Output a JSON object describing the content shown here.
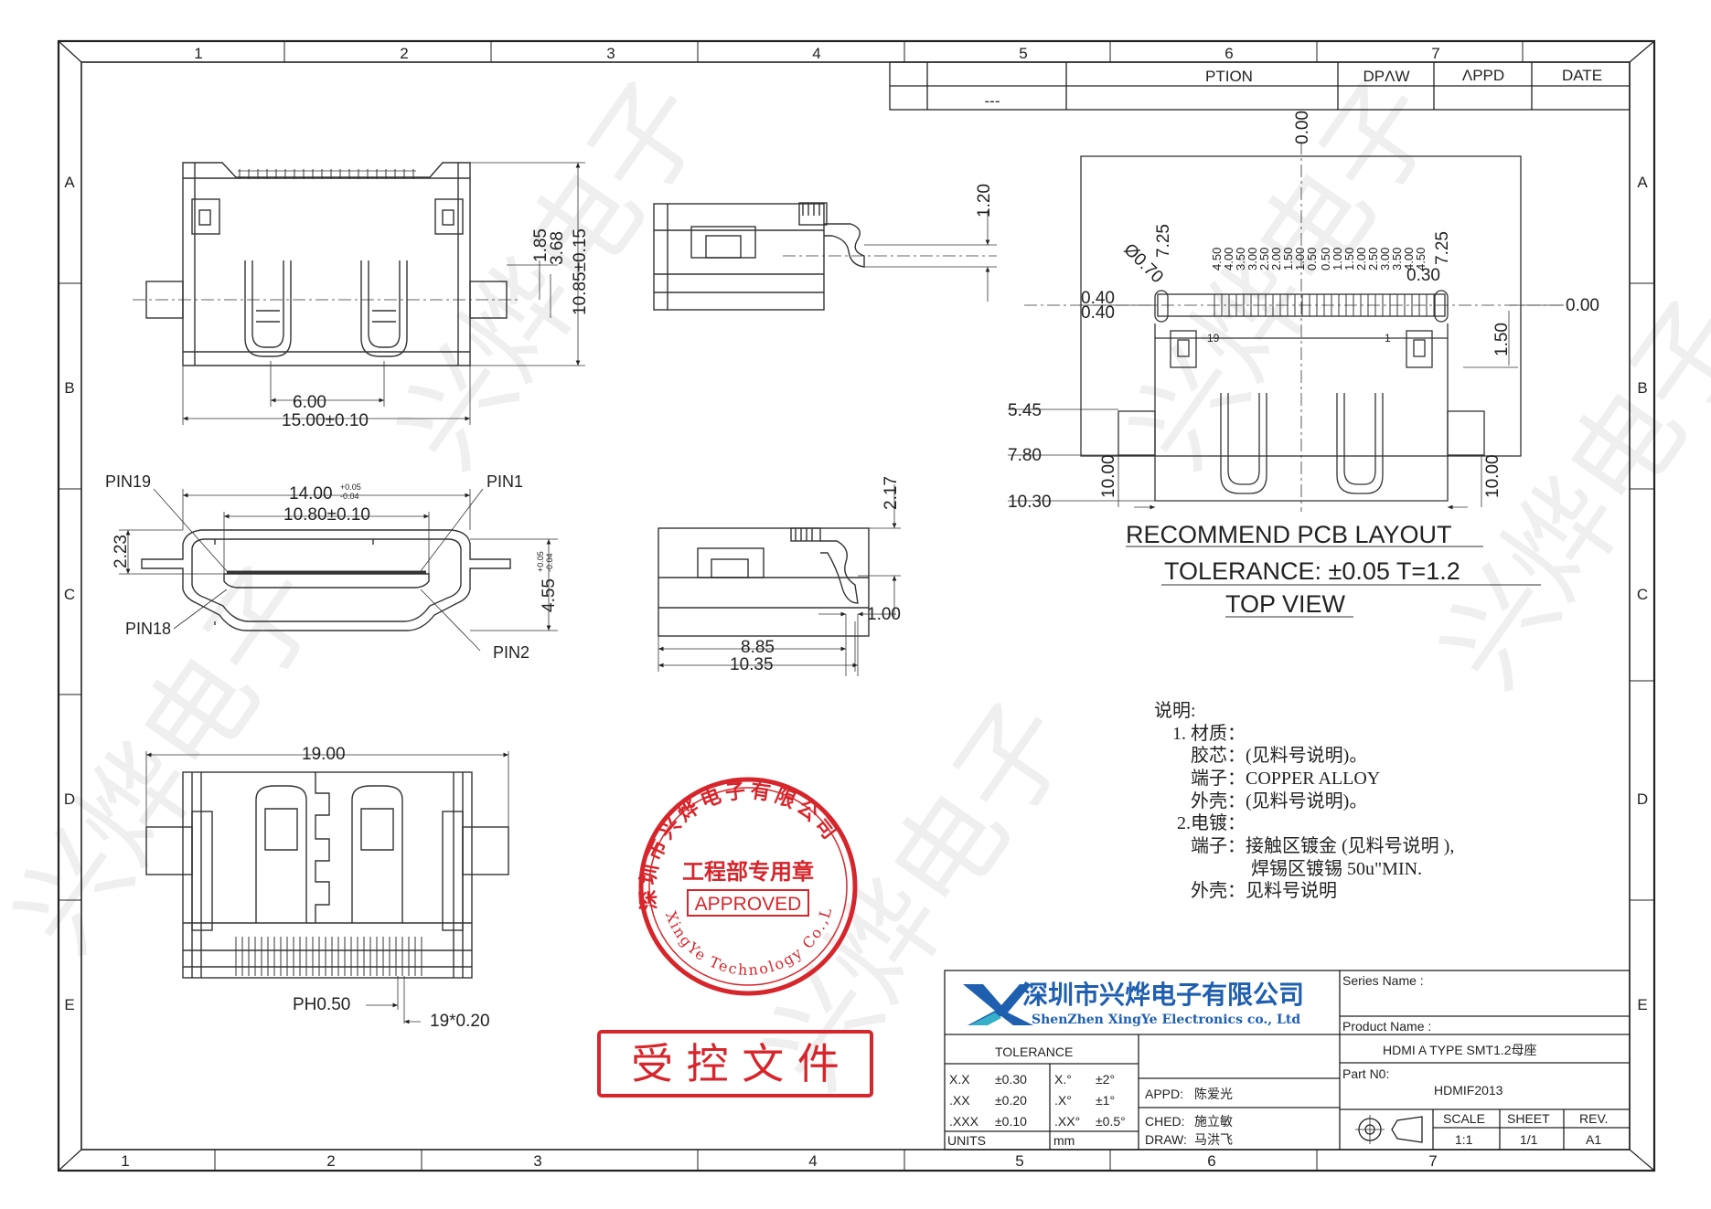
{
  "frame": {
    "col_top": [
      "1",
      "2",
      "3",
      "4",
      "5",
      "6",
      "7"
    ],
    "col_bottom": [
      "1",
      "2",
      "3",
      "4",
      "5",
      "6",
      "7"
    ],
    "row_left": [
      "A",
      "B",
      "C",
      "D",
      "E"
    ],
    "row_right": [
      "A",
      "B",
      "C",
      "D",
      "E"
    ]
  },
  "revision": {
    "headers": [
      "PTION",
      "DPΛW",
      "ΛPPD",
      "DATE"
    ],
    "row": "---"
  },
  "view1": {
    "dims": [
      "6.00",
      "15.00±0.10",
      "1.85",
      "3.68",
      "10.85±0.15"
    ]
  },
  "view2": {
    "dim": "1.20"
  },
  "view3": {
    "pins": [
      "PIN19",
      "PIN1",
      "PIN18",
      "PIN2"
    ],
    "dim_14_base": "14.00",
    "dim_14_tol_top": "+0.05",
    "dim_14_tol_bot": "-0.04",
    "dim_108": "10.80±0.10",
    "dim_223": "2.23",
    "dim_455_base": "4.55",
    "dim_455_tol_top": "+0.05",
    "dim_455_tol_bot": "-0.04"
  },
  "view4": {
    "dims": [
      "2.17",
      "1.00",
      "8.85",
      "10.35"
    ]
  },
  "view5": {
    "dims": [
      "19.00",
      "PH0.50",
      "19*0.20"
    ]
  },
  "pcb": {
    "zero_top": "0.00",
    "zero_right": "0.00",
    "left_dims": [
      "Ø0.70",
      "7.25",
      "0.40",
      "0.40",
      "5.45",
      "7.80",
      "10.30",
      "10.00"
    ],
    "right_dims": [
      "7.25",
      "0.30",
      "1.50",
      "10.00"
    ],
    "col_left": [
      "4.50",
      "4.00",
      "3.50",
      "3.00",
      "2.50",
      "2.00",
      "1.50",
      "1.00",
      "0.50"
    ],
    "col_right": [
      "0.50",
      "1.00",
      "1.50",
      "2.00",
      "2.50",
      "3.00",
      "3.50",
      "4.00",
      "4.50"
    ],
    "pin_left": "19",
    "pin_right": "1",
    "title": "RECOMMEND PCB LAYOUT",
    "tolerance": "TOLERANCE: ±0.05 T=1.2",
    "view": "TOP VIEW"
  },
  "notes": {
    "heading": "说明:",
    "l1": "1. 材质：",
    "l2": "胶芯：(见料号说明)。",
    "l3": "端子：COPPER ALLOY",
    "l4": "外壳：(见料号说明)。",
    "l5": "2.电镀：",
    "l6": "端子：接触区镀金 (见料号说明 ),",
    "l7": "焊锡区镀锡 50u\"MIN.",
    "l8": "外壳：见料号说明"
  },
  "stamp": {
    "ring_text": "深圳市兴烨电子有限公司",
    "ring_en": "XingYe Technology Co.,LTD",
    "dept": "工程部专用章",
    "approved": "APPROVED"
  },
  "controlled": "受 控 文 件",
  "watermark": "兴烨电子",
  "titleblock": {
    "company_cn": "深圳市兴烨电子有限公司",
    "company_en": "ShenZhen XingYe Electronics co., Ltd",
    "series_label": "Series Name :",
    "product_label": "Product Name :",
    "product_name": "HDMI A TYPE SMT1.2母座",
    "part_label": "Part N0:",
    "part_no": "HDMIF2013",
    "tolerance": "TOLERANCE",
    "tol_rows": [
      [
        "X.X",
        "±0.30",
        "X.°",
        "±2°"
      ],
      [
        ".XX",
        "±0.20",
        ".X°",
        "±1°"
      ],
      [
        ".XXX",
        "±0.10",
        ".XX°",
        "±0.5°"
      ]
    ],
    "units_label": "UNITS",
    "units": "mm",
    "appd_label": "APPD:",
    "appd": "陈爱光",
    "ched_label": "CHED:",
    "ched": "施立敏",
    "draw_label": "DRAW:",
    "draw": "马洪飞",
    "scale_label": "SCALE",
    "scale": "1:1",
    "sheet_label": "SHEET",
    "sheet": "1/1",
    "rev_label": "REV.",
    "rev": "A1",
    "brand_color": "#1f5fb0",
    "accent_color": "#35b0c8",
    "stamp_color": "#d6262c"
  }
}
